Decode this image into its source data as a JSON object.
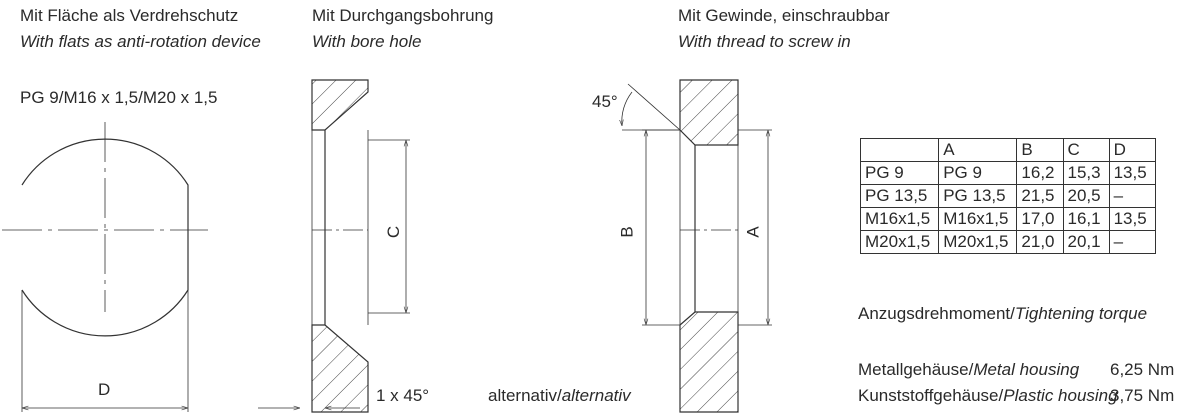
{
  "headings": {
    "flats": {
      "de": "Mit Fläche als Verdrehschutz",
      "en": "With flats as anti-rotation device"
    },
    "bore": {
      "de": "Mit Durchgangsbohrung",
      "en": "With bore hole"
    },
    "thread": {
      "de": "Mit Gewinde, einschraubbar",
      "en": "With thread to screw in"
    }
  },
  "thread_sizes_label": "PG 9/M16 x 1,5/M20 x 1,5",
  "dimension_labels": {
    "D": "D",
    "C": "C",
    "B": "B",
    "A": "A",
    "angle": "45°",
    "chamfer": "1 x 45°"
  },
  "alternative_note": {
    "de": "alternativ/",
    "en": "alternativ"
  },
  "table": {
    "headers": [
      "",
      "A",
      "B",
      "C",
      "D"
    ],
    "rows": [
      [
        "PG 9",
        "PG 9",
        "16,2",
        "15,3",
        "13,5"
      ],
      [
        "PG 13,5",
        "PG 13,5",
        "21,5",
        "20,5",
        "–"
      ],
      [
        "M16x1,5",
        "M16x1,5",
        "17,0",
        "16,1",
        "13,5"
      ],
      [
        "M20x1,5",
        "M20x1,5",
        "21,0",
        "20,1",
        "–"
      ]
    ]
  },
  "torque": {
    "title_de": "Anzugsdrehmoment/",
    "title_en": "Tightening torque",
    "metal": {
      "de": "Metallgehäuse/",
      "en": "Metal housing",
      "value": "6,25 Nm"
    },
    "plastic": {
      "de": "Kunststoffgehäuse/",
      "en": "Plastic housing",
      "value": "3,75 Nm"
    }
  }
}
